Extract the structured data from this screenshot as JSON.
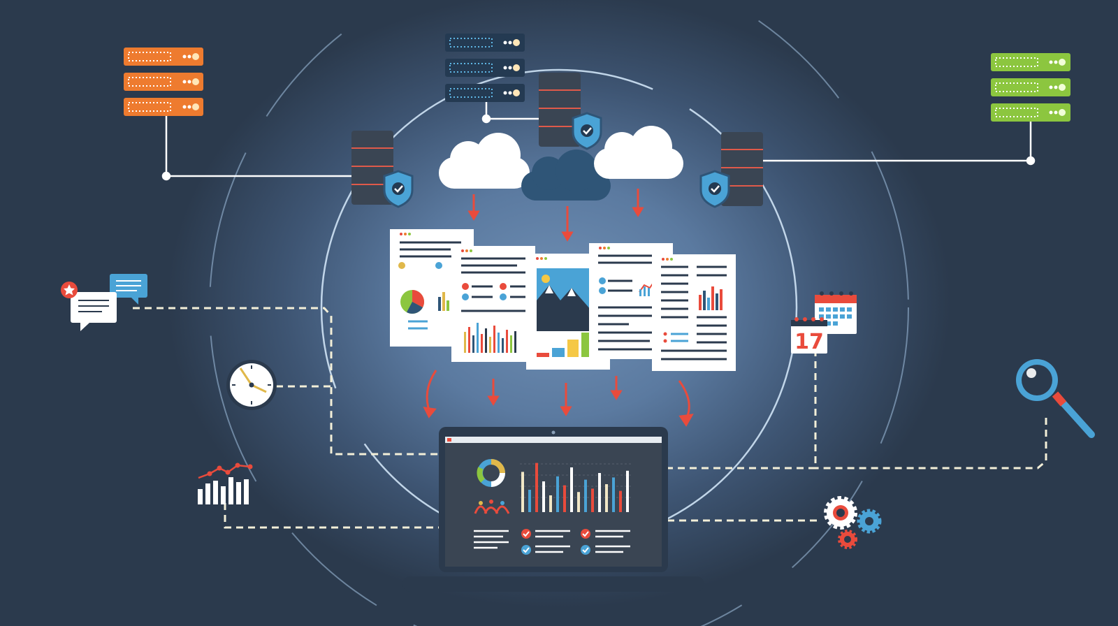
{
  "colors": {
    "background": "#2b3a4d",
    "glow": "#6f8fb4",
    "accent_red": "#e94b3c",
    "accent_orange": "#ee7b2f",
    "accent_green": "#8cc63f",
    "accent_blue": "#4aa3d6",
    "server_dark": "#3a4553",
    "cloud_dark": "#2f5577",
    "white": "#ffffff"
  },
  "calendar": {
    "day": "17"
  },
  "icons": [
    "server-rack-orange-icon",
    "server-rack-navy-icon",
    "server-rack-green-icon",
    "server-tower-icon",
    "shield-check-icon",
    "cloud-icon",
    "document-icon",
    "laptop-dashboard-icon",
    "chat-bubbles-icon",
    "clock-icon",
    "trend-chart-icon",
    "calendar-icon",
    "magnifier-icon",
    "gears-icon"
  ],
  "laptop_dashboard": {
    "bar_values": [
      72,
      40,
      88,
      55,
      30,
      64,
      48,
      80,
      36,
      58,
      42,
      70,
      50,
      62,
      38,
      74
    ]
  }
}
